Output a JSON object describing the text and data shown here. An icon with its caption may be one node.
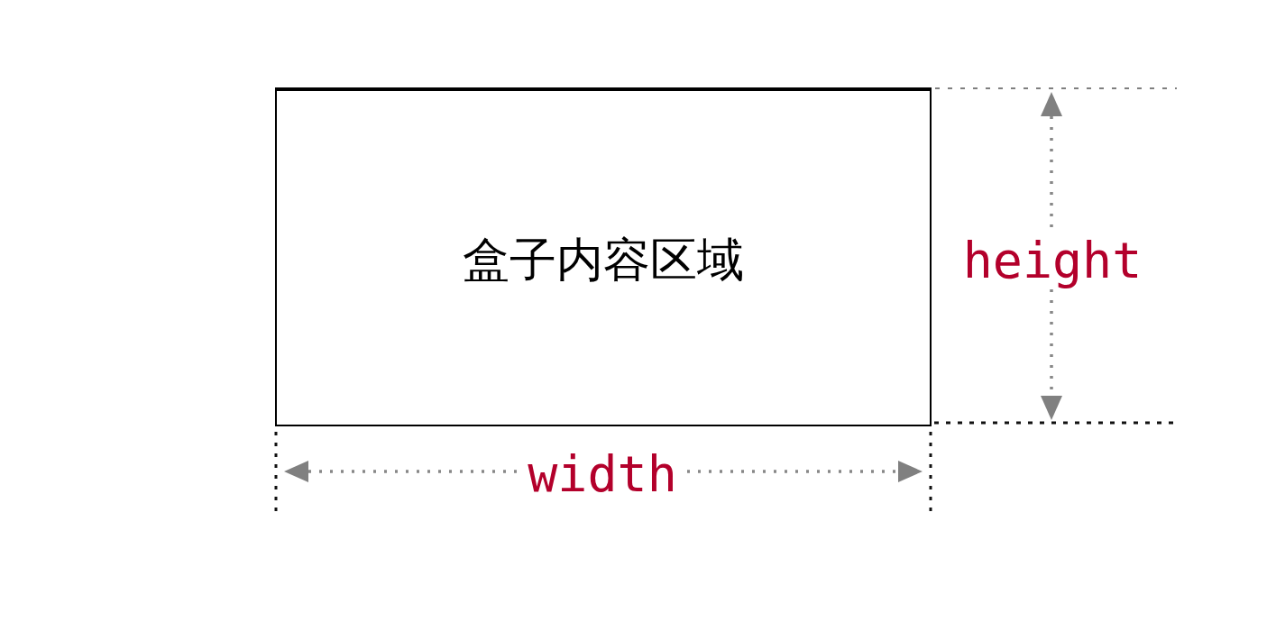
{
  "diagram": {
    "nodes": [
      {
        "text": [
          "盒子内容区域"
        ]
      }
    ],
    "labels": [
      "height",
      "width"
    ]
  }
}
